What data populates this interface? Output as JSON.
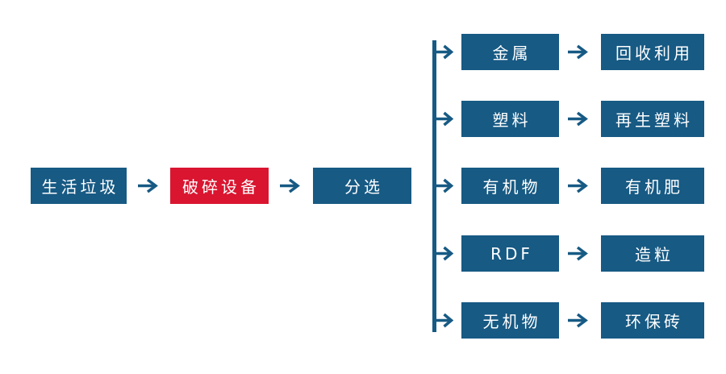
{
  "colors": {
    "node_blue": "#175A84",
    "node_red": "#DA1530",
    "text": "#FFFFFF",
    "background": "#FFFFFF"
  },
  "flow": {
    "source": "生活垃圾",
    "process": "破碎设备",
    "sorter": "分选",
    "branches": [
      {
        "material": "金属",
        "output": "回收利用"
      },
      {
        "material": "塑料",
        "output": "再生塑料"
      },
      {
        "material": "有机物",
        "output": "有机肥"
      },
      {
        "material": "RDF",
        "output": "造粒"
      },
      {
        "material": "无机物",
        "output": "环保砖"
      }
    ]
  }
}
